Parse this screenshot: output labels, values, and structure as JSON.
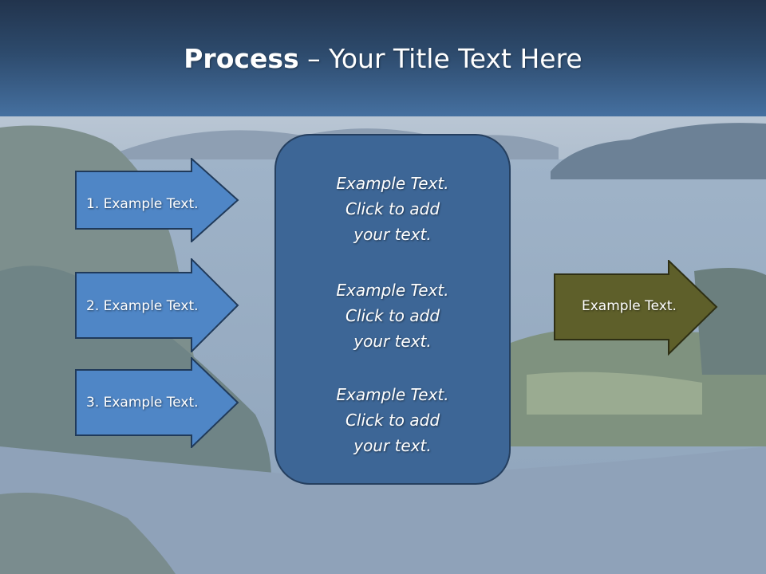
{
  "slide": {
    "title_bold": "Process",
    "title_rest": " – Your Title Text Here"
  },
  "left_arrows": [
    {
      "label": "1. Example Text."
    },
    {
      "label": "2. Example Text."
    },
    {
      "label": "3. Example Text."
    }
  ],
  "center_box": {
    "items": [
      {
        "line1": "Example Text.",
        "line2": "Click  to add",
        "line3": "your text."
      },
      {
        "line1": "Example Text.",
        "line2": "Click  to add",
        "line3": "your text."
      },
      {
        "line1": "Example Text.",
        "line2": "Click  to add",
        "line3": "your text."
      }
    ]
  },
  "output_arrow": {
    "label": "Example Text."
  },
  "colors": {
    "header_dark": "#22344d",
    "header_light": "#4570a0",
    "input_arrow_fill": "#4f86c6",
    "center_box_fill": "#3d6696",
    "output_arrow_fill": "#5e5f2a"
  }
}
